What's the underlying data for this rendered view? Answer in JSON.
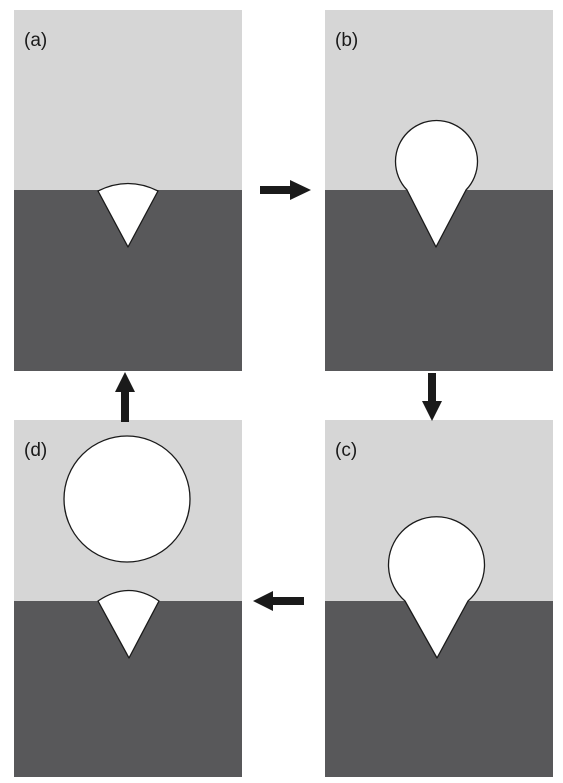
{
  "colors": {
    "liquid": "#d6d6d6",
    "solid": "#58585a",
    "bubble": "#ffffff",
    "outline": "#1a1a1a",
    "arrow": "#1a1a1a"
  },
  "panels": [
    {
      "id": "a",
      "label": "(a)"
    },
    {
      "id": "b",
      "label": "(b)"
    },
    {
      "id": "c",
      "label": "(c)"
    },
    {
      "id": "d",
      "label": "(d)"
    }
  ],
  "arrows": [
    {
      "from": "a",
      "to": "b",
      "direction": "right"
    },
    {
      "from": "b",
      "to": "c",
      "direction": "down"
    },
    {
      "from": "c",
      "to": "d",
      "direction": "left"
    },
    {
      "from": "d",
      "to": "a",
      "direction": "up"
    }
  ]
}
